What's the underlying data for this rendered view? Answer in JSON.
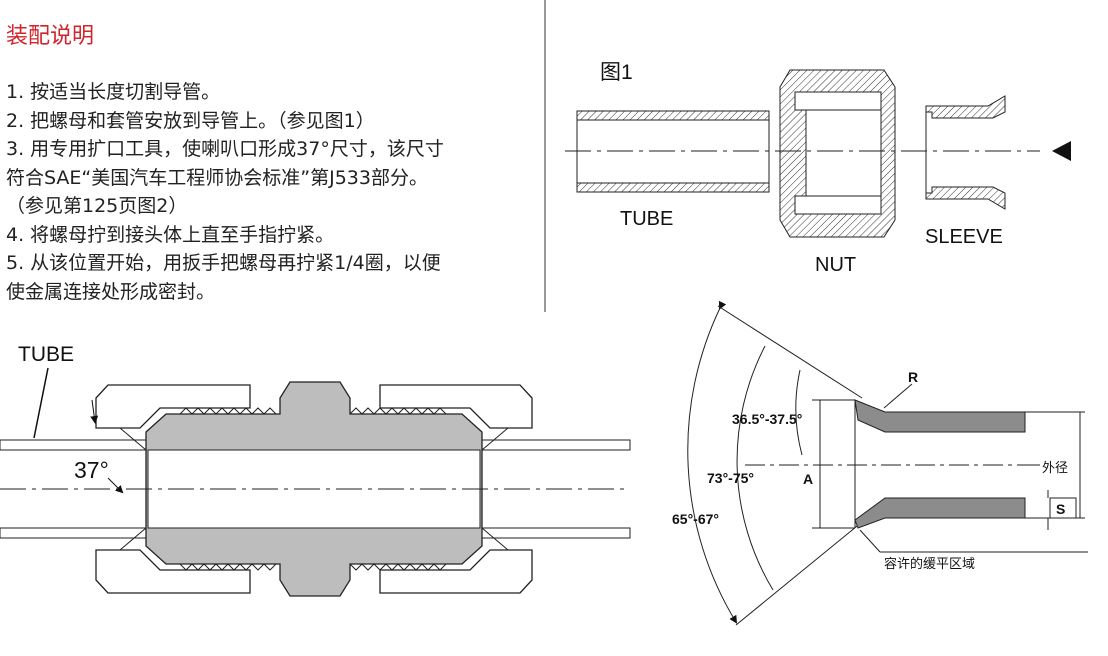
{
  "title": "装配说明",
  "steps": [
    "1. 按适当长度切割导管。",
    "2. 把螺母和套管安放到导管上。（参见图1）",
    "3. 用专用扩口工具，使喇叭口形成37°尺寸，该尺寸",
    "符合SAE“美国汽车工程师协会标准”第J533部分。",
    "（参见第125页图2）",
    "4. 将螺母拧到接头体上直至手指拧紧。",
    "5. 从该位置开始，用扳手把螺母再拧紧1/4圈，以便",
    "使金属连接处形成密封。"
  ],
  "figure1": {
    "label": "图1",
    "tube": "TUBE",
    "nut": "NUT",
    "sleeve": "SLEEVE"
  },
  "assembly": {
    "tube": "TUBE",
    "angle": "37°"
  },
  "flare": {
    "angle_inner": "36.5°-37.5°",
    "angle_mid": "73°-75°",
    "angle_outer": "65°-67°",
    "r": "R",
    "a": "A",
    "s": "S",
    "od": "外径",
    "tolerance": "容许的缓平区域"
  },
  "colors": {
    "title": "#d1252b",
    "fitting_fill": "#bdbdbd",
    "wall_fill": "#8c8c8c"
  }
}
